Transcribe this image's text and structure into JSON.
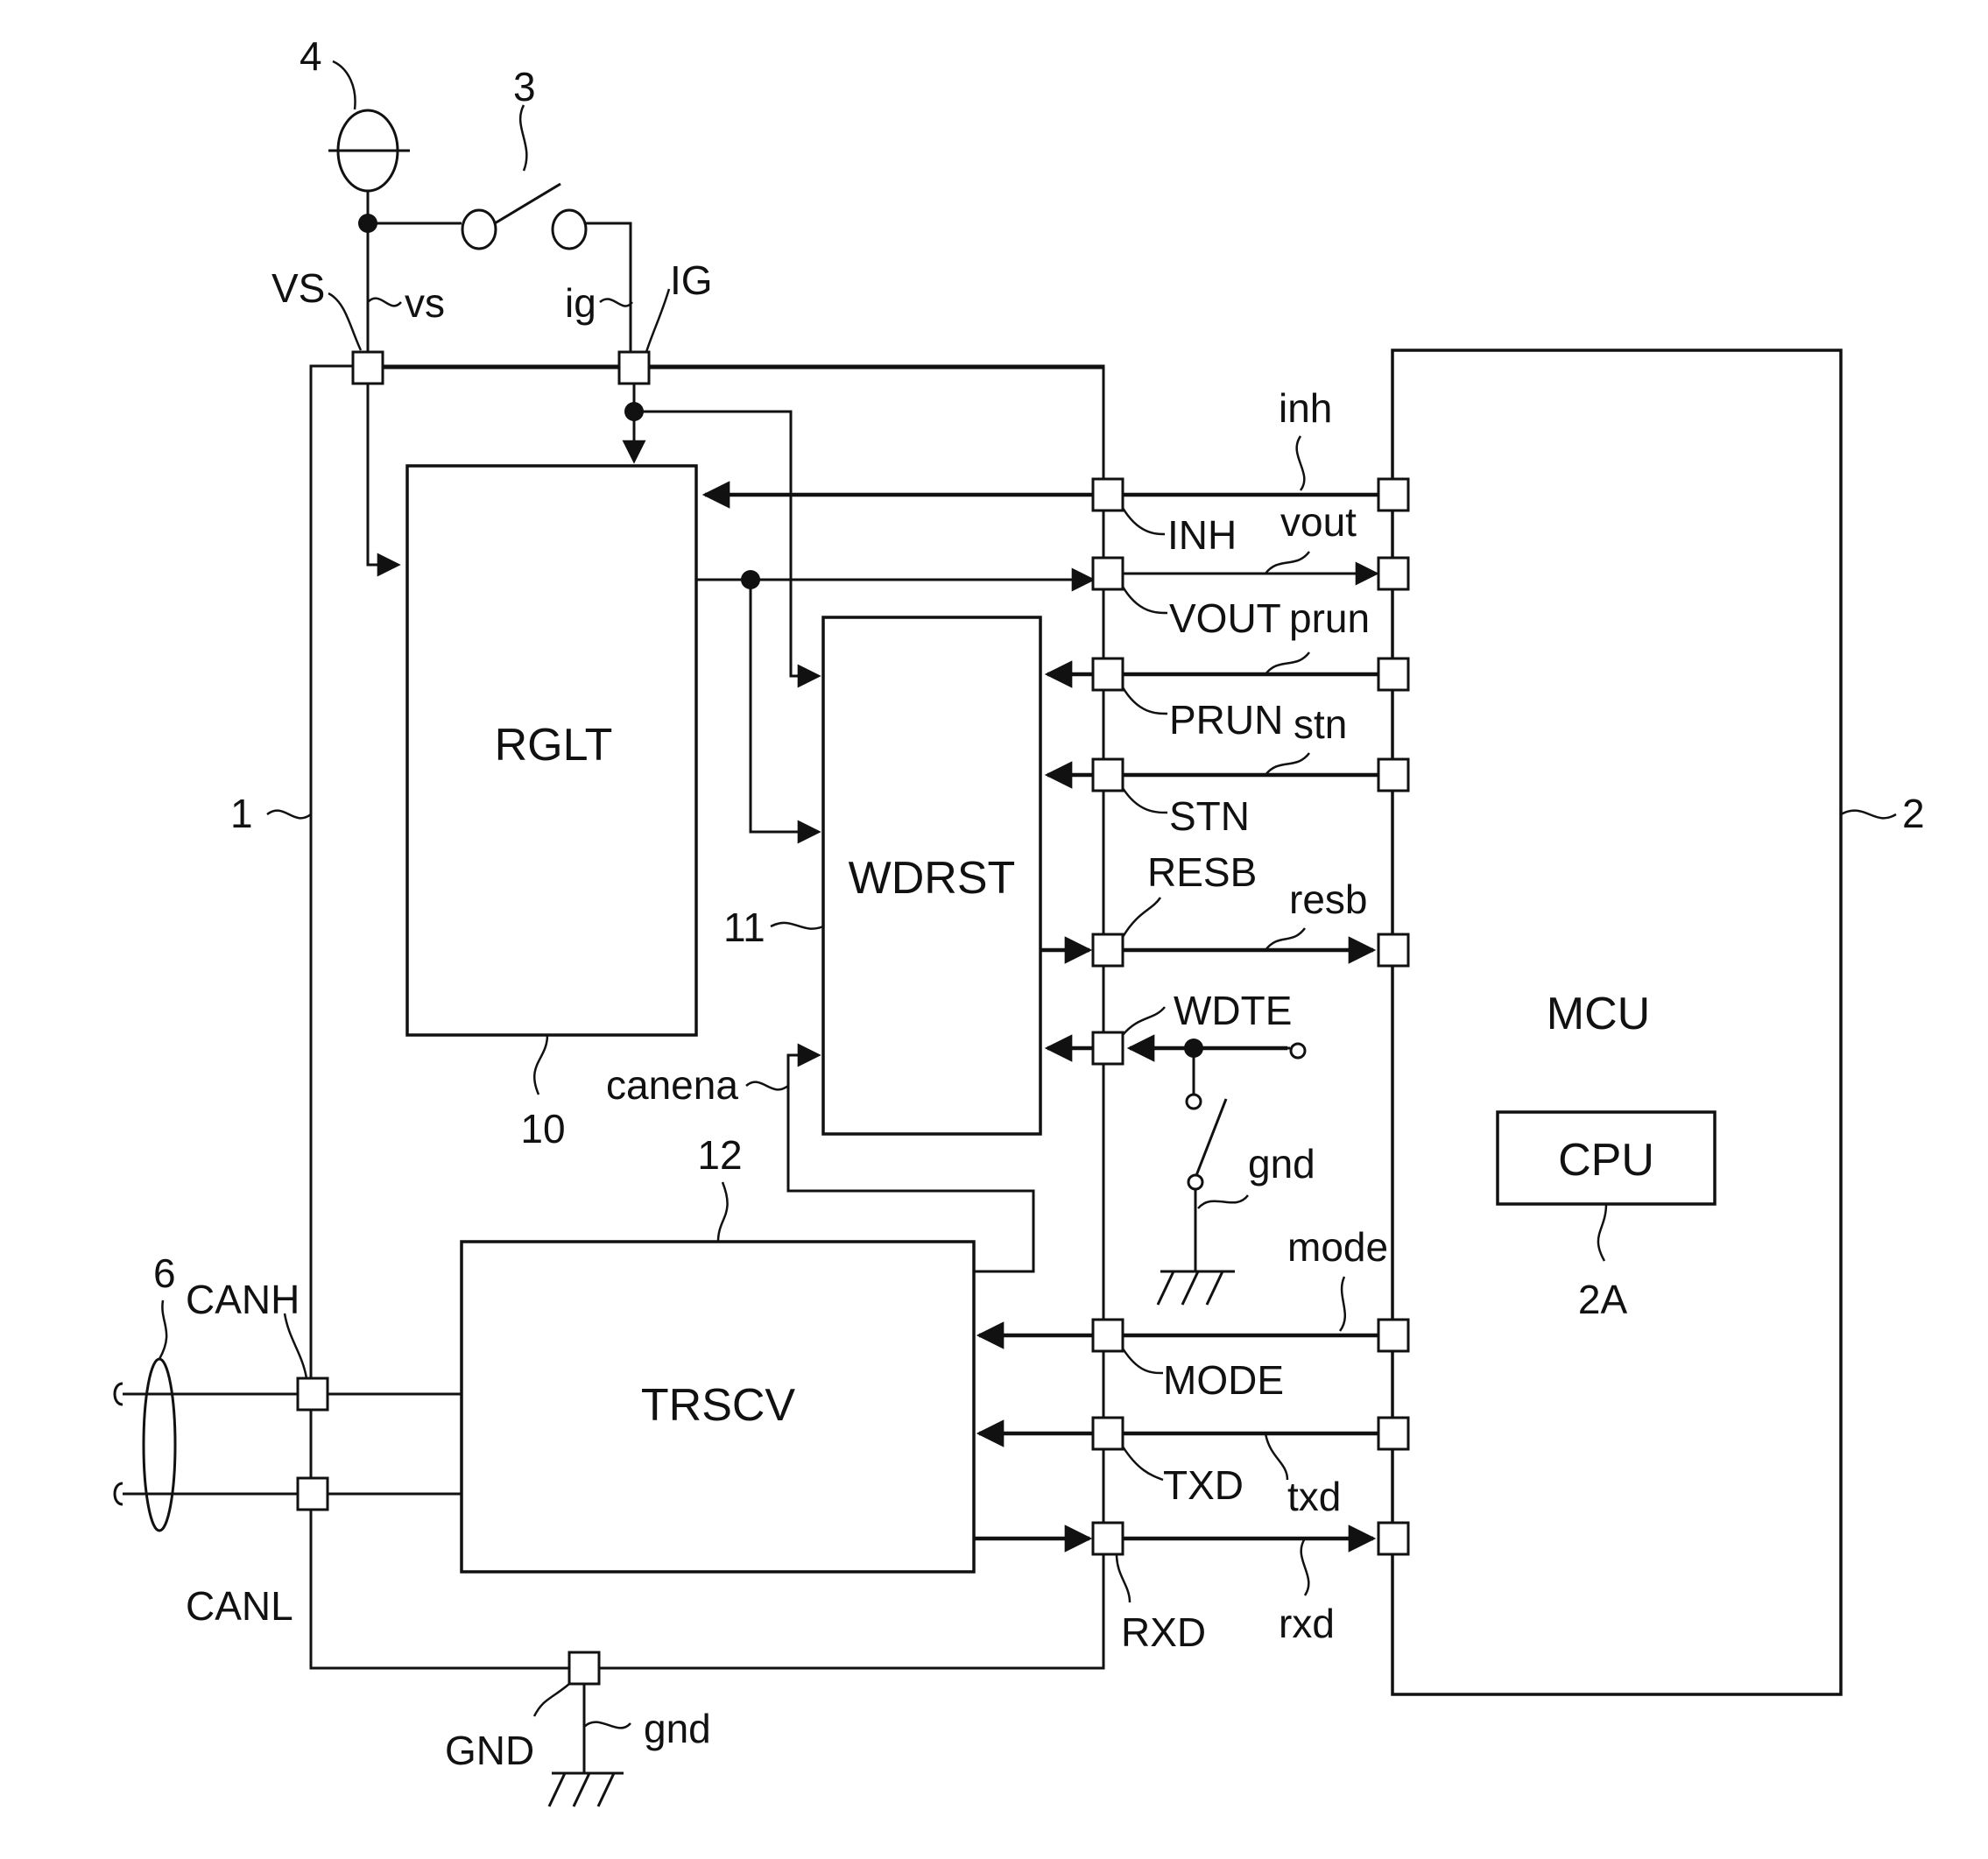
{
  "blocks": {
    "rglt": "RGLT",
    "wdrst": "WDRST",
    "trscv": "TRSCV",
    "mcu": "MCU",
    "cpu": "CPU"
  },
  "refs": {
    "r1": "1",
    "r2": "2",
    "r2a": "2A",
    "r3": "3",
    "r4": "4",
    "r6": "6",
    "r10": "10",
    "r11": "11",
    "r12": "12"
  },
  "pins": {
    "vs": "VS",
    "ig": "IG",
    "inh": "INH",
    "vout": "VOUT",
    "prun": "PRUN",
    "stn": "STN",
    "resb": "RESB",
    "wdte": "WDTE",
    "mode": "MODE",
    "txd": "TXD",
    "rxd": "RXD",
    "canh": "CANH",
    "canl": "CANL",
    "gnd": "GND"
  },
  "signals": {
    "vs": "vs",
    "ig": "ig",
    "inh": "inh",
    "vout": "vout",
    "prun": "prun",
    "stn": "stn",
    "resb": "resb",
    "mode": "mode",
    "txd": "txd",
    "rxd": "rxd",
    "canena": "canena",
    "gnd_switch": "gnd",
    "gnd_bottom": "gnd"
  }
}
